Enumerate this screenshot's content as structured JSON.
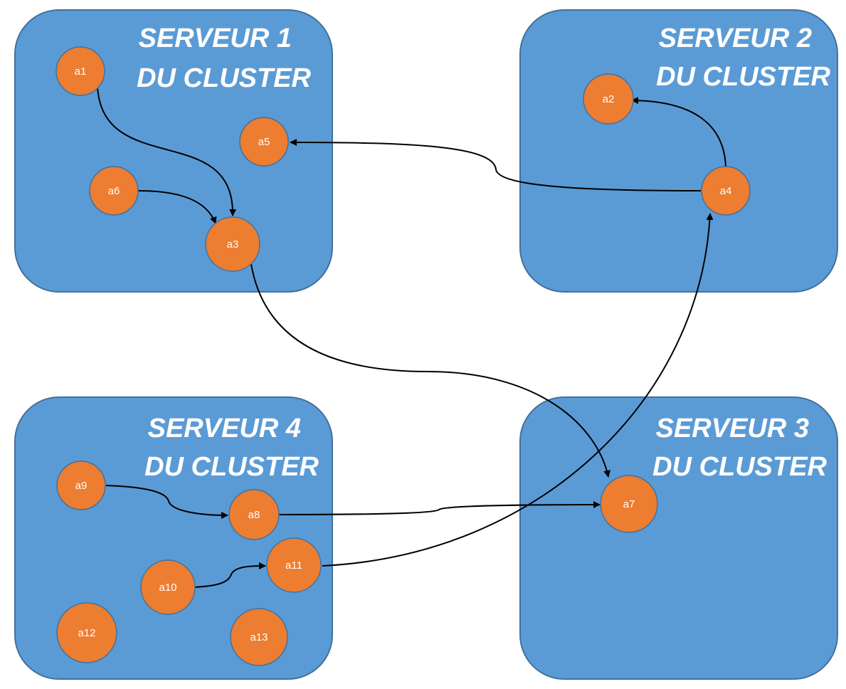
{
  "servers": [
    {
      "id": "s1",
      "line1": "SERVEUR 1",
      "line2": "DU CLUSTER"
    },
    {
      "id": "s2",
      "line1": "SERVEUR 2",
      "line2": "DU CLUSTER"
    },
    {
      "id": "s3",
      "line1": "SERVEUR 3",
      "line2": "DU CLUSTER"
    },
    {
      "id": "s4",
      "line1": "SERVEUR 4",
      "line2": "DU CLUSTER"
    }
  ],
  "nodes": [
    {
      "id": "a1",
      "label": "a1",
      "server": "s1"
    },
    {
      "id": "a5",
      "label": "a5",
      "server": "s1"
    },
    {
      "id": "a6",
      "label": "a6",
      "server": "s1"
    },
    {
      "id": "a3",
      "label": "a3",
      "server": "s1"
    },
    {
      "id": "a2",
      "label": "a2",
      "server": "s2"
    },
    {
      "id": "a4",
      "label": "a4",
      "server": "s2"
    },
    {
      "id": "a7",
      "label": "a7",
      "server": "s3"
    },
    {
      "id": "a9",
      "label": "a9",
      "server": "s4"
    },
    {
      "id": "a8",
      "label": "a8",
      "server": "s4"
    },
    {
      "id": "a10",
      "label": "a10",
      "server": "s4"
    },
    {
      "id": "a11",
      "label": "a11",
      "server": "s4"
    },
    {
      "id": "a12",
      "label": "a12",
      "server": "s4"
    },
    {
      "id": "a13",
      "label": "a13",
      "server": "s4"
    }
  ],
  "edges": [
    {
      "from": "a1",
      "to": "a3"
    },
    {
      "from": "a6",
      "to": "a3"
    },
    {
      "from": "a3",
      "to": "a7"
    },
    {
      "from": "a4",
      "to": "a5"
    },
    {
      "from": "a4",
      "to": "a2"
    },
    {
      "from": "a9",
      "to": "a8"
    },
    {
      "from": "a8",
      "to": "a7"
    },
    {
      "from": "a10",
      "to": "a11"
    },
    {
      "from": "a11",
      "to": "a4"
    }
  ],
  "colors": {
    "server_fill": "#5b9bd5",
    "server_stroke": "#41719c",
    "node_fill": "#ed7d31",
    "node_stroke": "#41719c",
    "text": "#ffffff",
    "edge": "#000000"
  }
}
